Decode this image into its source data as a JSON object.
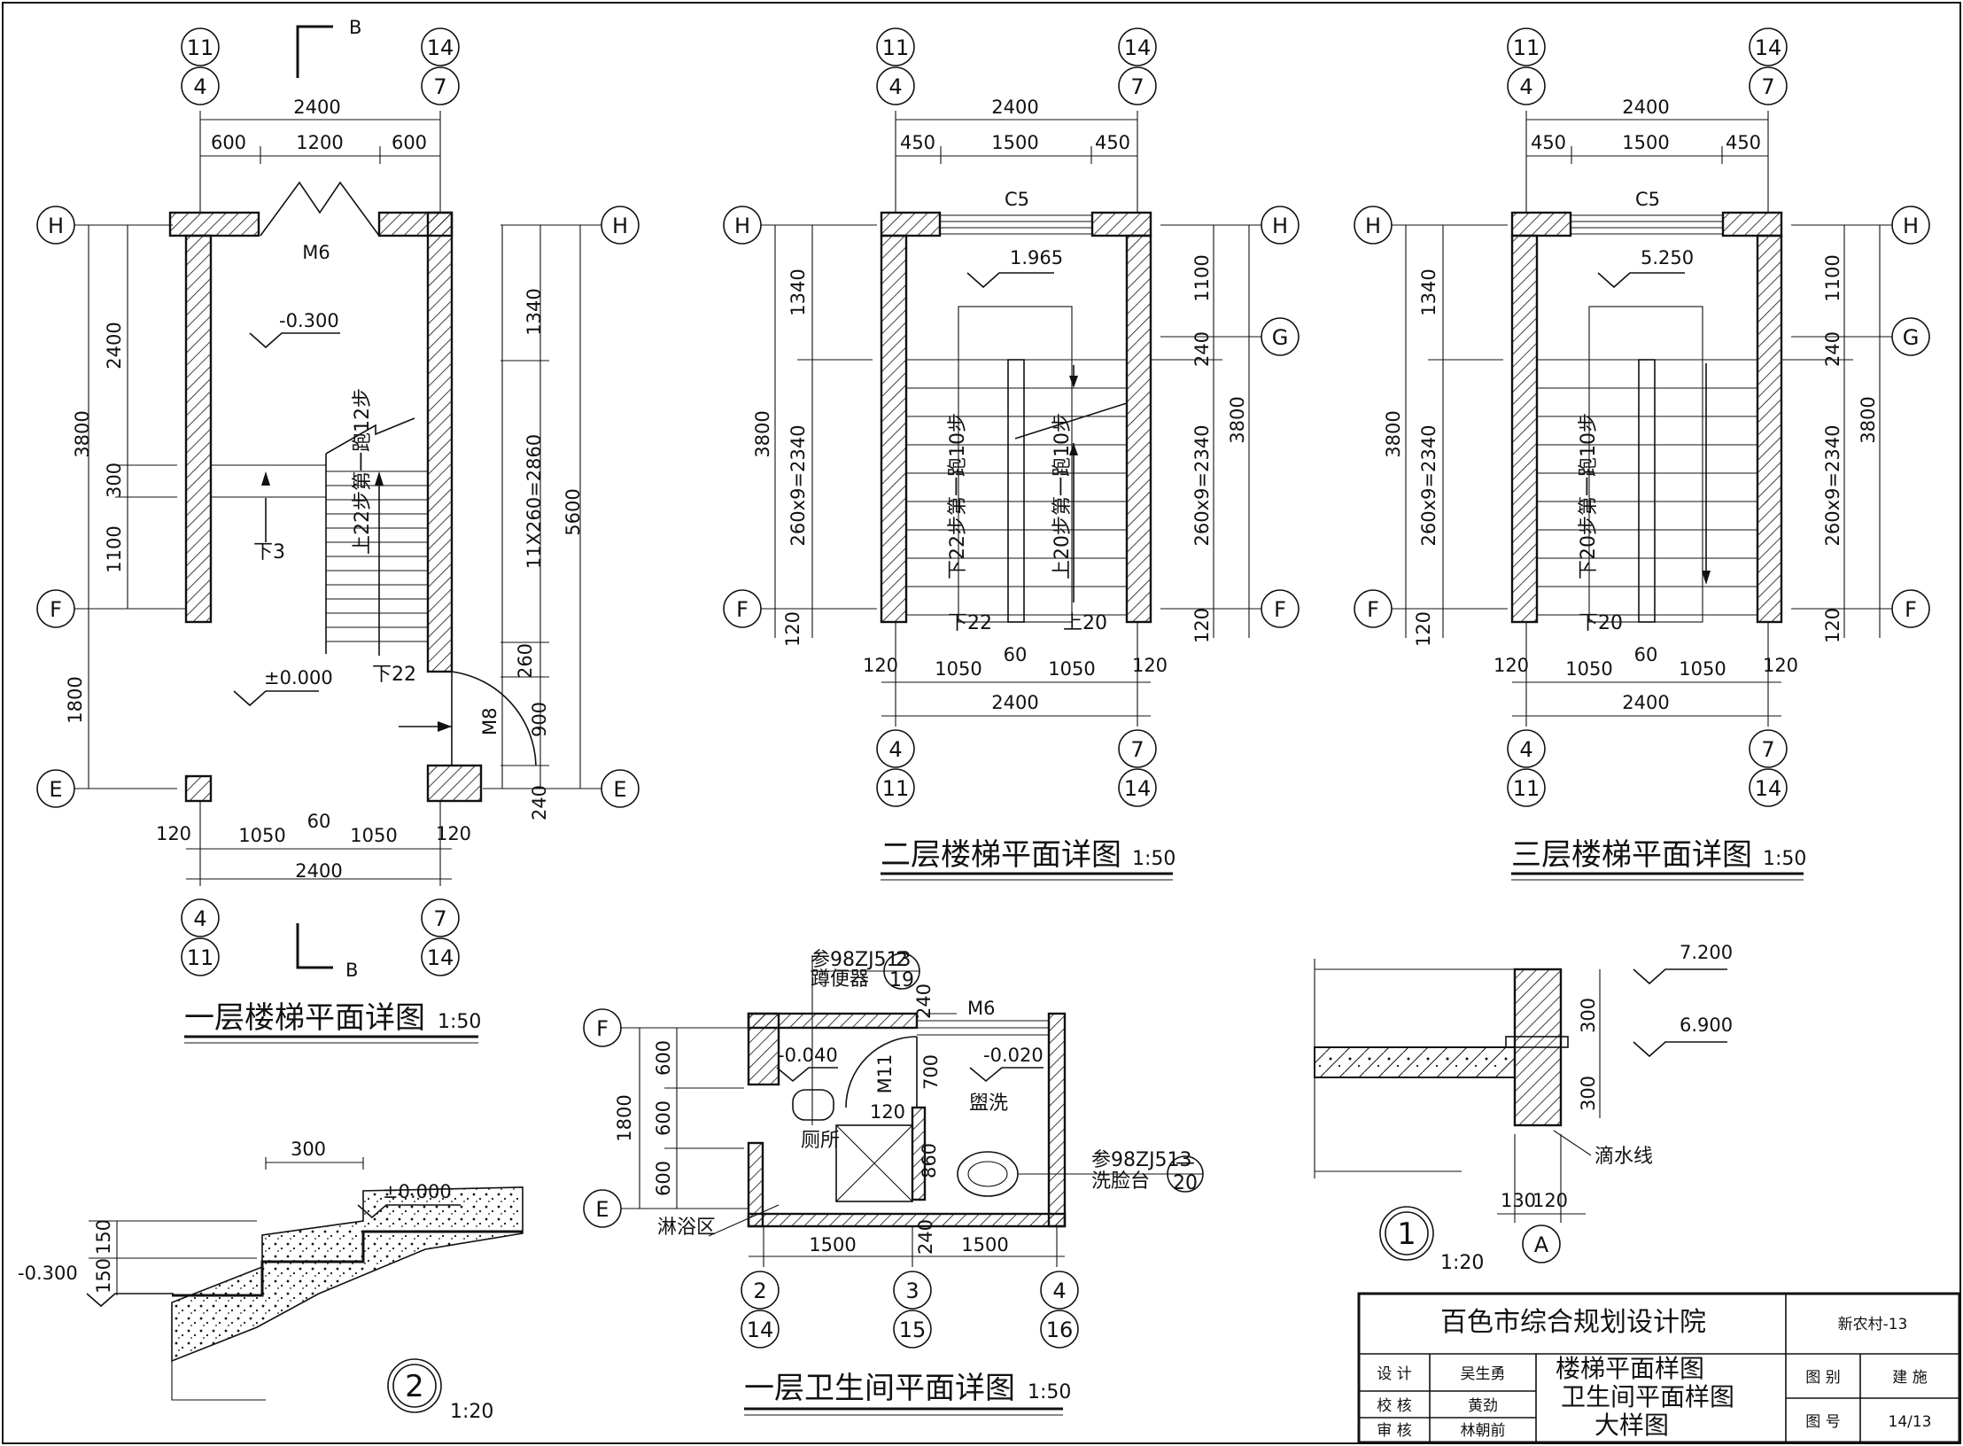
{
  "plans": {
    "first": {
      "title": "一层楼梯平面详图",
      "scale": "1:50",
      "axes_top_a": "11",
      "axes_top_b": "14",
      "axes_top_c": "4",
      "axes_top_d": "7",
      "axes_bot_a": "4",
      "axes_bot_b": "7",
      "axes_bot_c": "11",
      "axes_bot_d": "14",
      "axis_H": "H",
      "axis_F": "F",
      "axis_E": "E",
      "section": "B",
      "dim_total": "2400",
      "dim_w1": "600",
      "dim_w2": "1200",
      "dim_w3": "600",
      "door_top": "M6",
      "door_side": "M8",
      "elev_upper": "-0.300",
      "elev_lower": "±0.000",
      "left_dims": [
        "2400",
        "300",
        "1100",
        "1800",
        "3800"
      ],
      "right_dims": [
        "1340",
        "11X260=2860",
        "5600",
        "260",
        "900",
        "240"
      ],
      "bot_dims": [
        "120",
        "1050",
        "60",
        "1050",
        "120",
        "2400"
      ],
      "note_down3": "下3",
      "note_down22": "下22",
      "note_stair": "上22步第一跑12步"
    },
    "second": {
      "title": "二层楼梯平面详图",
      "scale": "1:50",
      "window": "C5",
      "elev": "1.965",
      "top_dims": [
        "2400",
        "450",
        "1500",
        "450"
      ],
      "left_dims": [
        "1340",
        "3800",
        "260x9=2340",
        "120"
      ],
      "right_dims": [
        "1100",
        "240",
        "260x9=2340",
        "3800",
        "120"
      ],
      "bot_dims": [
        "120",
        "1050",
        "60",
        "1050",
        "120",
        "2400"
      ],
      "note_a": "下22步第一跑10步",
      "note_b": "上20步第一跑10步",
      "note_down": "下22",
      "note_up": "上20"
    },
    "third": {
      "title": "三层楼梯平面详图",
      "scale": "1:50",
      "window": "C5",
      "elev": "5.250",
      "top_dims": [
        "2400",
        "450",
        "1500",
        "450"
      ],
      "left_dims": [
        "1340",
        "3800",
        "260x9=2340",
        "120"
      ],
      "right_dims": [
        "1100",
        "240",
        "260x9=2340",
        "3800",
        "120"
      ],
      "bot_dims": [
        "120",
        "1050",
        "60",
        "1050",
        "120",
        "2400"
      ],
      "note_a": "下20步第一跑10步",
      "note_down": "下20"
    },
    "bathroom": {
      "title": "一层卫生间平面详图",
      "scale": "1:50",
      "ref1": "参98ZJ513",
      "ref1_top": "2",
      "ref1_bot": "19",
      "ref1_name": "蹲便器",
      "ref2": "参98ZJ513",
      "ref2_top": "—",
      "ref2_bot": "20",
      "ref2_name": "洗脸台",
      "door_a": "M6",
      "door_b": "M11",
      "elev_a": "-0.040",
      "elev_b": "-0.020",
      "room_a": "厕所",
      "room_b": "盥洗",
      "room_c": "淋浴区",
      "dims_left": [
        "600",
        "600",
        "600",
        "1800"
      ],
      "dims_misc": [
        "240",
        "700",
        "120",
        "860",
        "240"
      ],
      "dims_bot": [
        "1500",
        "1500"
      ],
      "axes": [
        "2",
        "3",
        "4",
        "14",
        "15",
        "16",
        "F",
        "E"
      ]
    },
    "detail1": {
      "num": "1",
      "scale": "1:20",
      "elev_a": "7.200",
      "elev_b": "6.900",
      "dims": [
        "300",
        "300",
        "130",
        "120"
      ],
      "note": "滴水线",
      "axis": "A"
    },
    "detail2": {
      "num": "2",
      "scale": "1:20",
      "dim_w": "300",
      "elev_a": "±0.000",
      "elev_b": "-0.300",
      "dims": [
        "150",
        "150"
      ]
    }
  },
  "title_block": {
    "institute": "百色市综合规划设计院",
    "project": "新农村-13",
    "role_design": "设  计",
    "name_design": "吴生勇",
    "role_check": "校  核",
    "name_check": "黄劲",
    "role_review": "审  核",
    "name_review": "林朝前",
    "drawing_1": "楼梯平面样图",
    "drawing_2": "卫生间平面样图",
    "drawing_3": "大样图",
    "label_category": "图  别",
    "value_category": "建  施",
    "label_number": "图  号",
    "value_number": "14/13"
  }
}
